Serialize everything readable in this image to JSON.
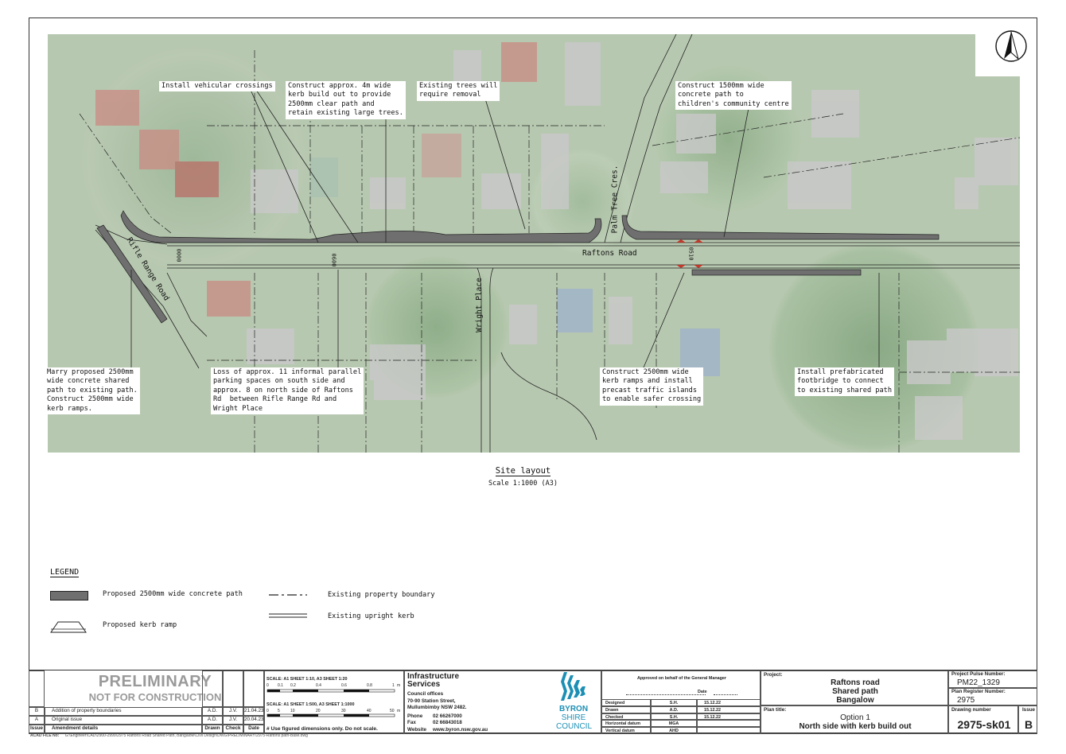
{
  "plan": {
    "road_labels": {
      "raftons": "Raftons Road",
      "rifle": "Rifle Range Road",
      "wright": "Wright Place",
      "palm": "Palm Tree Cres."
    },
    "chainages": {
      "c1": "0000",
      "c2": "0090",
      "c3": "0510"
    },
    "callouts": {
      "c1": "Install vehicular crossings",
      "c2": "Construct approx. 4m wide\nkerb build out to provide\n2500mm clear path and\nretain existing large trees.",
      "c3": "Existing trees will\nrequire removal",
      "c4": "Construct 1500mm wide\nconcrete path to\nchildren's community centre",
      "c5": "Marry proposed 2500mm\nwide concrete shared\npath to existing path.\nConstruct 2500mm wide\nkerb ramps.",
      "c6": "Loss of approx. 11 informal parallel\nparking spaces on south side and\napprox. 8 on north side of Raftons\nRd  between Rifle Range Rd and\nWright Place",
      "c7": "Construct 2500mm wide\nkerb ramps and install\nprecast traffic islands\nto enable safer crossing",
      "c8": "Install prefabricated\nfootbridge to connect\nto existing shared path"
    },
    "north_symbol": "north-arrow-icon"
  },
  "site": {
    "title": "Site layout",
    "scale": "Scale 1:1000 (A3)"
  },
  "legend": {
    "title": "LEGEND",
    "path": "Proposed 2500mm wide concrete path",
    "ramp": "Proposed kerb ramp",
    "boundary": "Existing property boundary",
    "kerb": "Existing upright kerb"
  },
  "titleblock": {
    "preliminary": "PRELIMINARY",
    "not_for_construction": "NOT FOR CONSTRUCTION",
    "revisions": [
      {
        "issue": "B",
        "detail": "Addition of property boundaries",
        "drawn": "A.D.",
        "check": "J.V.",
        "date": "21.04.23"
      },
      {
        "issue": "A",
        "detail": "Original issue",
        "drawn": "A.D.",
        "check": "J.V.",
        "date": "20.04.23"
      }
    ],
    "rev_headers": {
      "issue": "Issue",
      "detail": "Amendment details",
      "drawn": "Drawn",
      "check": "Check",
      "date": "Date"
    },
    "scale1": "SCALE: A1 SHEET 1:10, A3 SHEET 1:20",
    "scale1_ticks": [
      "0",
      "0.1",
      "0.2",
      "0.4",
      "0.6",
      "0.8",
      "1",
      "m"
    ],
    "scale2": "SCALE: A1 SHEET 1:500, A3 SHEET 1:1000",
    "scale2_ticks": [
      "0",
      "5",
      "10",
      "20",
      "30",
      "40",
      "50",
      "m"
    ],
    "figured_note": "# Use figured dimensions only. Do not scale.",
    "infra_title": "Infrastructure Services",
    "council_offices": "Council offices",
    "address1": "70-90 Station Street,",
    "address2": "Mullumbimby  NSW 2482.",
    "phone_label": "Phone",
    "phone": "02 66267000",
    "fax_label": "Fax",
    "fax": "02 66843018",
    "website_label": "Website",
    "website": "www.byron.nsw.gov.au",
    "logo_line1": "BYRON",
    "logo_line2": "SHIRE",
    "logo_line3": "COUNCIL",
    "approved": "Approved on behalf of the General Manager",
    "date_label": "Date",
    "sign_rows": [
      {
        "label": "Designed",
        "name": "S.H.",
        "date": "15.12.22"
      },
      {
        "label": "Drawn",
        "name": "A.D.",
        "date": "15.12.22"
      },
      {
        "label": "Checked",
        "name": "S.H.",
        "date": "15.12.22"
      },
      {
        "label": "Horizontal datum",
        "name": "MGA",
        "date": ""
      },
      {
        "label": "Vertical datum",
        "name": "AHD",
        "date": ""
      }
    ],
    "project_label": "Project:",
    "project_line1": "Raftons road",
    "project_line2": "Shared path",
    "project_line3": "Bangalow",
    "plan_title_label": "Plan title:",
    "plan_title1": "Option 1",
    "plan_title2": "North side with kerb build out",
    "pulse_label": "Project Pulse Number:",
    "pulse": "PM22_1329",
    "register_label": "Plan Register Number:",
    "register": "2975",
    "drawing_label": "Drawing number",
    "issue_label": "Issue",
    "drawing_number": "2975-sk01",
    "issue": "B",
    "acad_label": "ACAD FILE No:",
    "acad_path": "G:\\Engineer\\CAD\\2900-2999\\2975 Raftons Road Shared Path, Bangalow\\Civil Design\\DWG\\PRELIMINARY\\2975-Raftons path-Base.dwg"
  },
  "colors": {
    "path": "#6f6f6f",
    "kerb_ramp_marker": "#c0392b",
    "logo": "#1c8fb5",
    "prelim": "#9a9a9a"
  }
}
